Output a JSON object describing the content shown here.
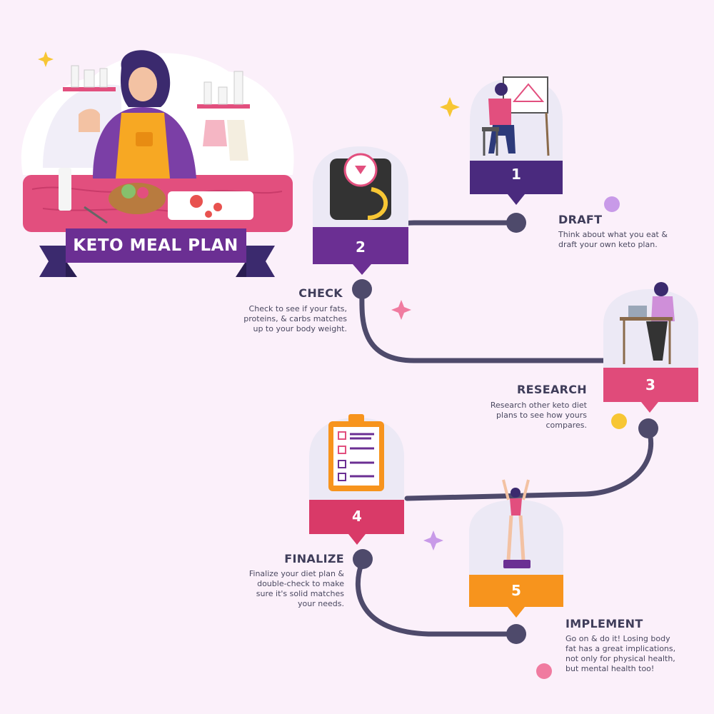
{
  "header": {
    "banner_title": "KETO MEAL PLAN"
  },
  "steps": [
    {
      "number": "1",
      "title": "DRAFT",
      "description": [
        "Think about what you eat &",
        "draft your own keto plan."
      ],
      "color": "#4a2a7e"
    },
    {
      "number": "2",
      "title": "CHECK",
      "description": [
        "Check to see if your fats,",
        "proteins, & carbs matches",
        "up to your body weight."
      ],
      "color": "#6b2f93"
    },
    {
      "number": "3",
      "title": "RESEARCH",
      "description": [
        "Research other keto diet",
        "plans to see how yours",
        "compares."
      ],
      "color": "#e04b7a"
    },
    {
      "number": "4",
      "title": "FINALIZE",
      "description": [
        "Finalize your diet plan &",
        "double-check to make",
        "sure it's solid matches",
        "your needs."
      ],
      "color": "#d93a68"
    },
    {
      "number": "5",
      "title": "IMPLEMENT",
      "description": [
        "Go on & do it! Losing body",
        "fat has a great implications,",
        "not only for physical health,",
        "but mental health too!"
      ],
      "color": "#f7941d"
    }
  ],
  "colors": {
    "path": "#4e4a6b",
    "background": "#fbf0fa",
    "card": "#ece9f5"
  },
  "icons": [
    "chef-illustration",
    "scale-icon",
    "easel-icon",
    "laptop-desk-icon",
    "clipboard-checklist-icon",
    "scale-person-icon",
    "sparkle-icon"
  ]
}
